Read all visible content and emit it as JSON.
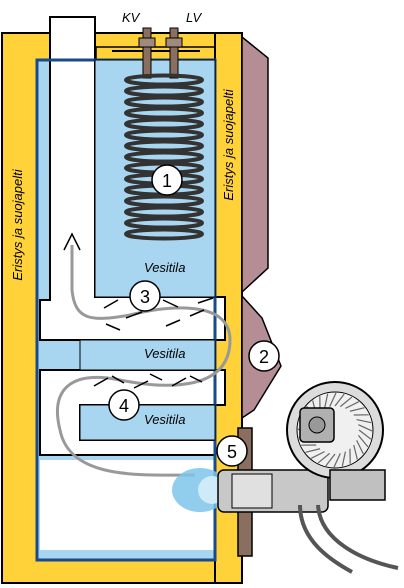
{
  "diagram": {
    "insulation_label_left": "Eristys ja suojapelti",
    "insulation_label_right": "Eristys ja suojapelti",
    "pipe_labels": {
      "cold": "KV",
      "hot": "LV"
    },
    "water_space_label": "Vesitila",
    "markers": [
      "1",
      "2",
      "3",
      "4",
      "5"
    ],
    "colors": {
      "insulation": "#ffd23a",
      "water": "#a8d6f0",
      "door": "#b58d95",
      "copper": "#8a6f61",
      "flue": "#ffffff",
      "gas_flow": "#999999",
      "flame": "#7ec4ea",
      "outline": "#000000"
    }
  }
}
